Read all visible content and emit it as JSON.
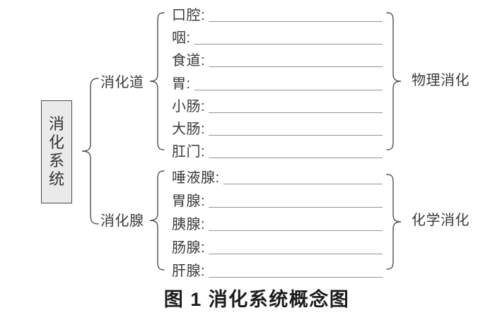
{
  "figure": {
    "root": "消化系统",
    "branches": [
      {
        "label": "消化道",
        "category": "物理消化",
        "items": [
          {
            "label": "口腔:"
          },
          {
            "label": "咽:"
          },
          {
            "label": "食道:"
          },
          {
            "label": "胃:"
          },
          {
            "label": "小肠:"
          },
          {
            "label": "大肠:"
          },
          {
            "label": "肛门:"
          }
        ]
      },
      {
        "label": "消化腺",
        "category": "化学消化",
        "items": [
          {
            "label": "唾液腺:"
          },
          {
            "label": "胃腺:"
          },
          {
            "label": "胰腺:"
          },
          {
            "label": "肠腺:"
          },
          {
            "label": "肝腺:"
          }
        ]
      }
    ],
    "caption": "图 1 消化系统概念图"
  },
  "colors": {
    "background": "#ffffff",
    "text": "#3a3a3a",
    "line": "#949494",
    "brace": "#4f4f4f",
    "box_fill": "#eaeaea",
    "box_border": "#4a4a4a",
    "caption_text": "#1c1c1c"
  }
}
